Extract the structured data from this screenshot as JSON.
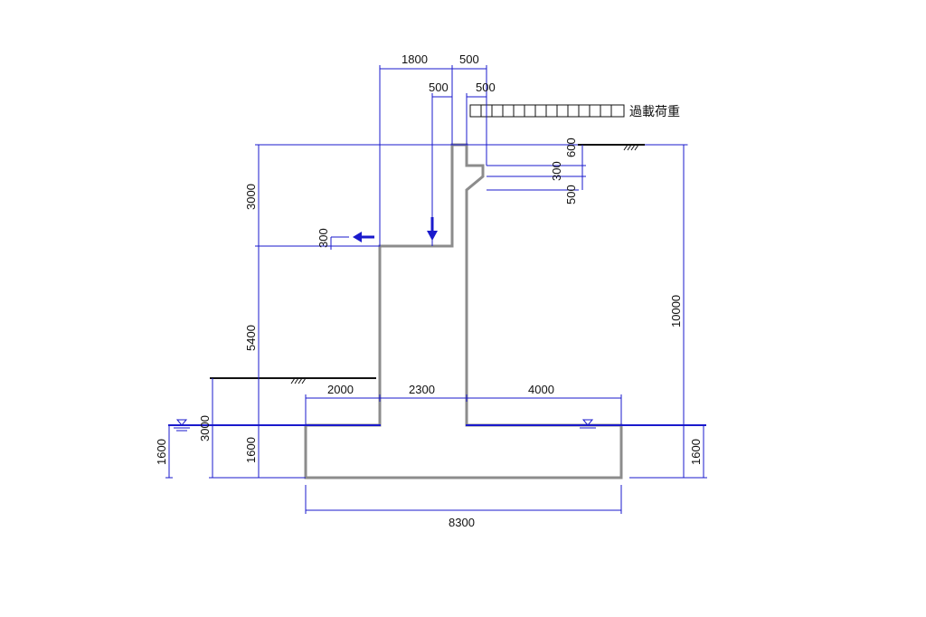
{
  "colors": {
    "structure": "#8c8c8c",
    "dimension": "#1a1acc",
    "arrow": "#1a1acc",
    "ground": "#111111",
    "text": "#111111"
  },
  "labels": {
    "surcharge": "過載荷重"
  },
  "dimensions": {
    "top_heel_width": "1800",
    "top_stem_width": "500",
    "stem_top_left": "500",
    "stem_top_right": "500",
    "corbel_600": "600",
    "corbel_300": "300",
    "corbel_500": "500",
    "upper_height": "3000",
    "step_300": "300",
    "middle_height": "5400",
    "total_height": "10000",
    "toe_width": "2000",
    "stem_base_width": "2300",
    "heel_width": "4000",
    "front_fill_height": "3000",
    "base_thickness_left": "1600",
    "base_thickness_mid": "1600",
    "base_thickness_right": "1600",
    "base_width": "8300"
  },
  "icons": {
    "ground_hatch": "ground-hatch-icon",
    "water_level": "water-level-icon",
    "horizontal_load": "arrow-left-icon",
    "vertical_load": "arrow-down-icon"
  }
}
